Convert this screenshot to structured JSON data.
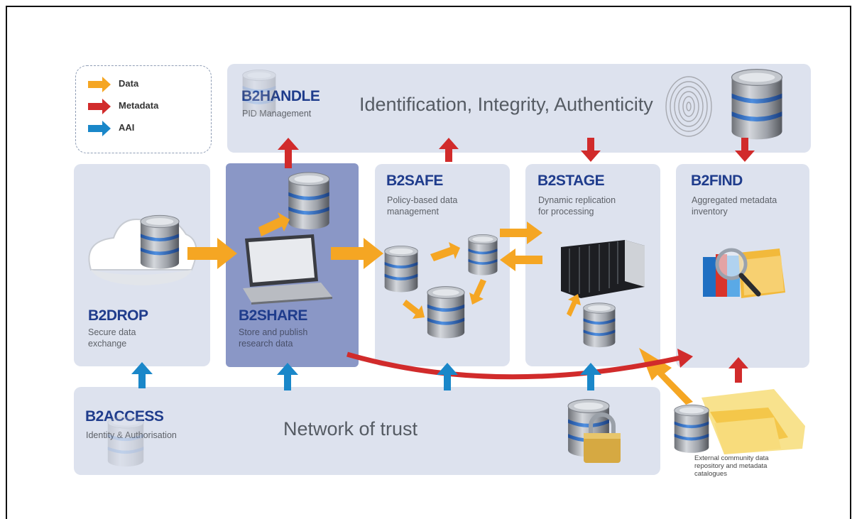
{
  "legend": {
    "items": [
      {
        "label": "Data",
        "color": "#f5a623"
      },
      {
        "label": "Metadata",
        "color": "#d12b2b"
      },
      {
        "label": "AAI",
        "color": "#1a87c9"
      }
    ]
  },
  "b2handle": {
    "title": "B2HANDLE",
    "subtitle": "PID Management",
    "tagline": "Identification, Integrity, Authenticity"
  },
  "b2drop": {
    "title": "B2DROP",
    "subtitle_line1": "Secure data",
    "subtitle_line2": "exchange"
  },
  "b2share": {
    "title": "B2SHARE",
    "subtitle_line1": "Store and publish",
    "subtitle_line2": "research data"
  },
  "b2safe": {
    "title": "B2SAFE",
    "subtitle_line1": "Policy-based data",
    "subtitle_line2": "management"
  },
  "b2stage": {
    "title": "B2STAGE",
    "subtitle_line1": "Dynamic replication",
    "subtitle_line2": "for processing"
  },
  "b2find": {
    "title": "B2FIND",
    "subtitle_line1": "Aggregated metadata",
    "subtitle_line2": "inventory"
  },
  "b2access": {
    "title": "B2ACCESS",
    "subtitle": "Identity & Authorisation",
    "tagline": "Network of trust"
  },
  "external": {
    "caption": "External community data repository and metadata catalogues"
  }
}
